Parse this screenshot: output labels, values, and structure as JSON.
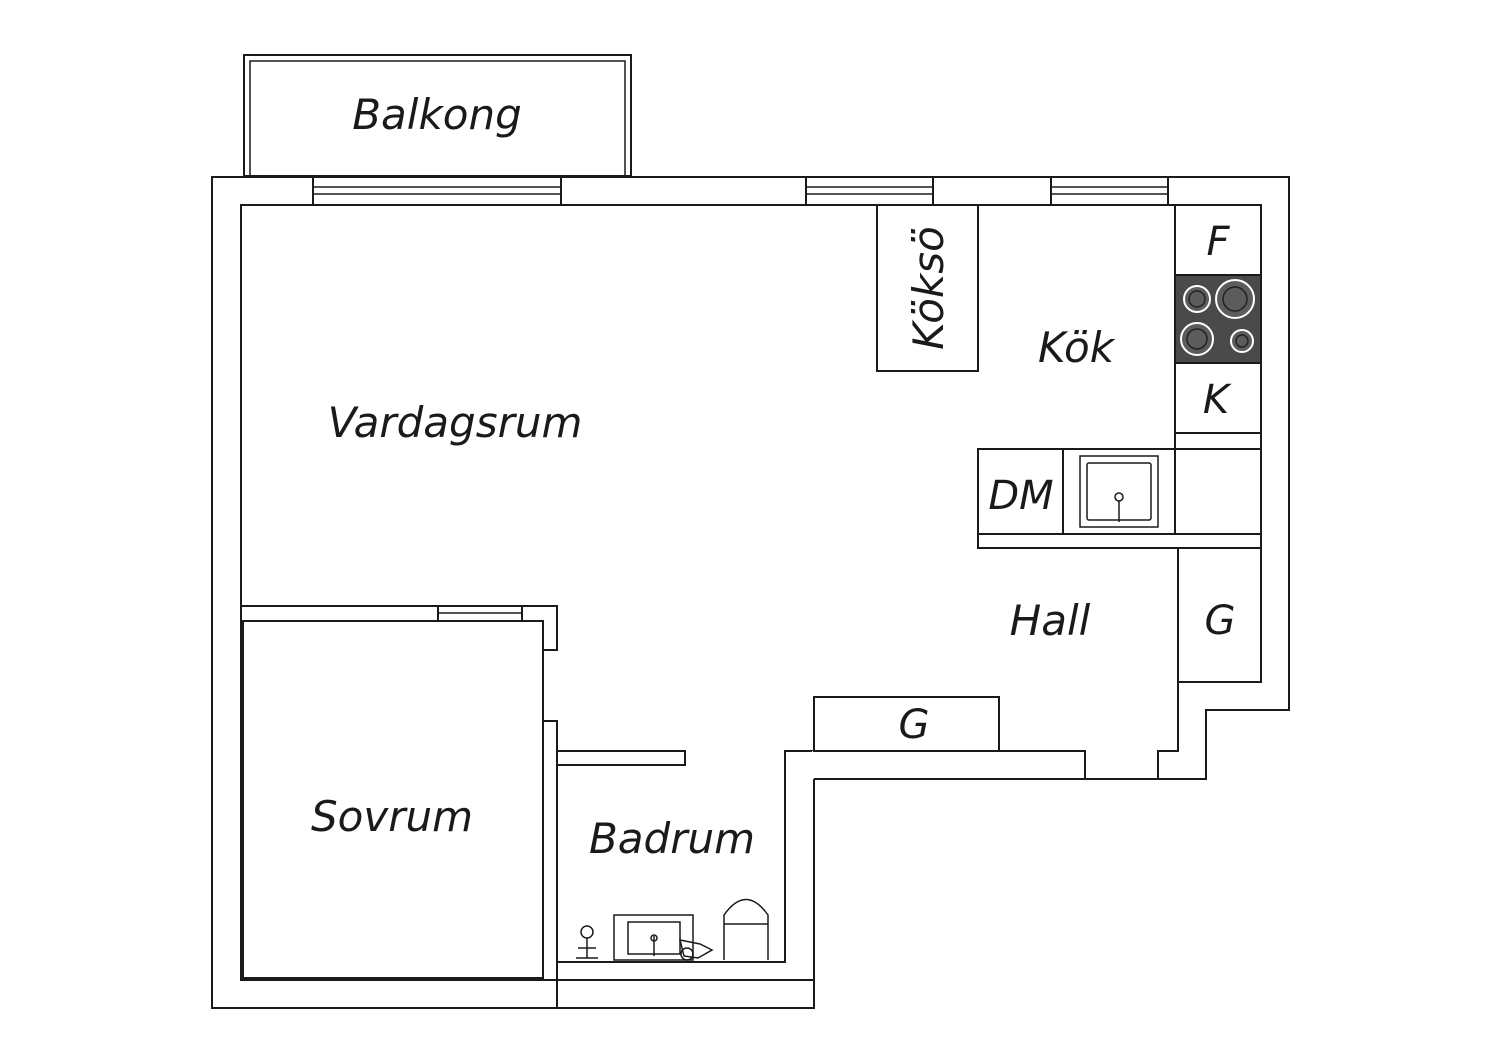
{
  "rooms": {
    "balcony": "Balkong",
    "living": "Vardagsrum",
    "kitchen": "Kök",
    "kitchen_island": "Köksö",
    "hall": "Hall",
    "bedroom": "Sovrum",
    "bathroom": "Badrum"
  },
  "appliances": {
    "fridge": "F",
    "freezer": "K",
    "dishwasher": "DM"
  },
  "closets": {
    "hall_closet": "G",
    "entry_closet": "G"
  },
  "colors": {
    "line": "#1a1a1a",
    "stove": "#4a4a4a",
    "background": "#ffffff"
  }
}
